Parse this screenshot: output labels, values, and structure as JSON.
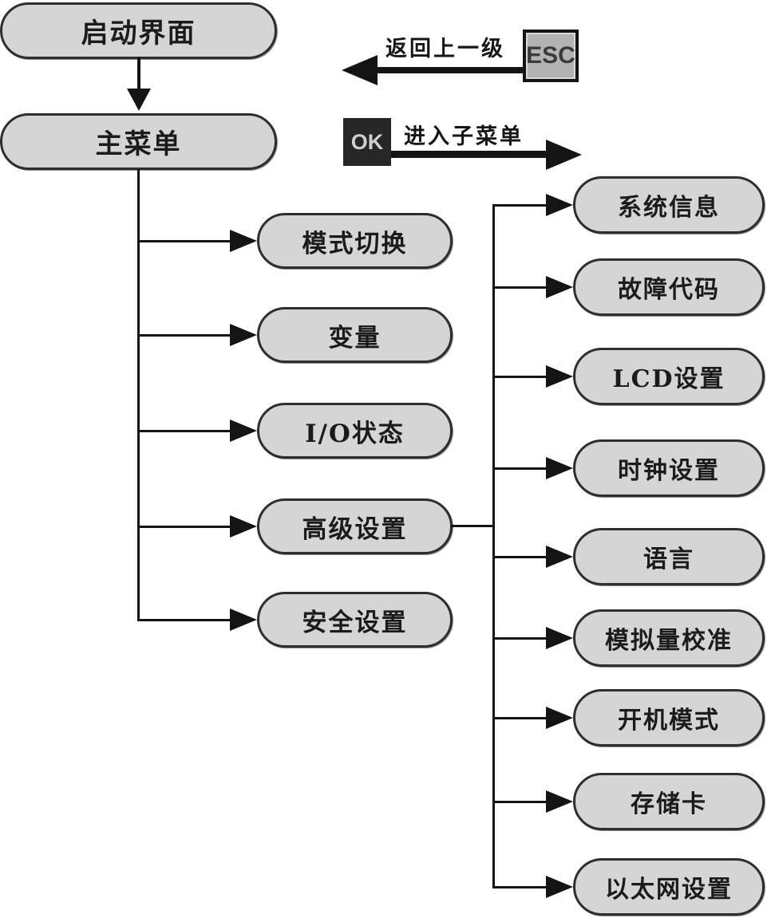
{
  "legend": {
    "esc": {
      "key": "ESC",
      "label": "返回上一级"
    },
    "ok": {
      "key": "OK",
      "label": "进入子菜单"
    }
  },
  "flow": {
    "root": {
      "label": "启动界面"
    },
    "main_menu": {
      "label": "主菜单"
    },
    "main_items": [
      {
        "label": "模式切换"
      },
      {
        "label": "变量"
      },
      {
        "label": "I/O状态"
      },
      {
        "label": "高级设置"
      },
      {
        "label": "安全设置"
      }
    ],
    "advanced_items": [
      {
        "label": "系统信息"
      },
      {
        "label": "故障代码"
      },
      {
        "label": "LCD设置"
      },
      {
        "label": "时钟设置"
      },
      {
        "label": "语言"
      },
      {
        "label": "模拟量校准"
      },
      {
        "label": "开机模式"
      },
      {
        "label": "存储卡"
      },
      {
        "label": "以太网设置"
      }
    ]
  },
  "colors": {
    "node_fill": "#d5d5d5",
    "node_border": "#2e2e2e",
    "line": "#141414",
    "esc_key_fill": "#b3b3b3",
    "ok_key_fill": "#262626",
    "background": "#ffffff"
  }
}
